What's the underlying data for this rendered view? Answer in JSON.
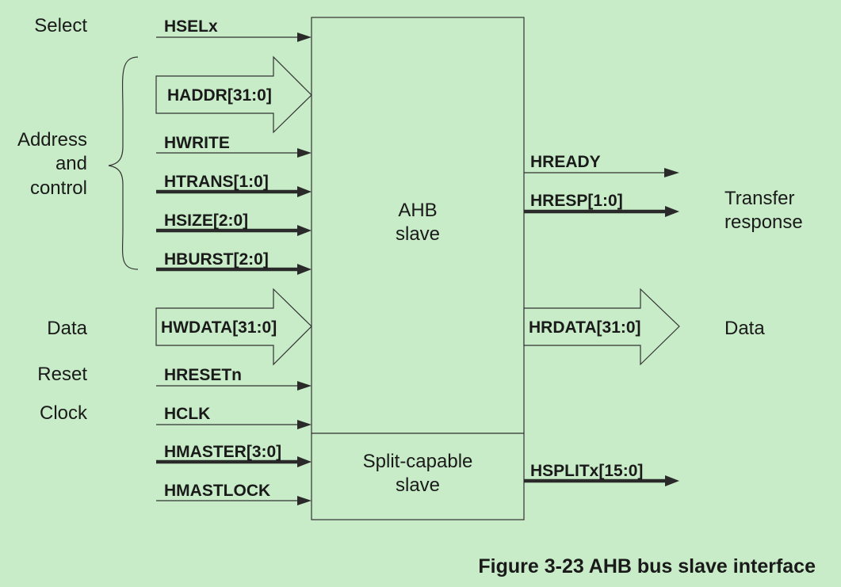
{
  "blocks": {
    "ahb_slave": [
      "AHB",
      "slave"
    ],
    "split_slave": [
      "Split-capable",
      "slave"
    ]
  },
  "groups": {
    "select": "Select",
    "address_control": [
      "Address",
      "and",
      "control"
    ],
    "data_in": "Data",
    "reset": "Reset",
    "clock": "Clock",
    "transfer_response": [
      "Transfer",
      "response"
    ],
    "data_out": "Data"
  },
  "inputs": {
    "hselx": "HSELx",
    "haddr": "HADDR[31:0]",
    "hwrite": "HWRITE",
    "htrans": "HTRANS[1:0]",
    "hsize": "HSIZE[2:0]",
    "hburst": "HBURST[2:0]",
    "hwdata": "HWDATA[31:0]",
    "hresetn": "HRESETn",
    "hclk": "HCLK",
    "hmaster": "HMASTER[3:0]",
    "hmastlock": "HMASTLOCK"
  },
  "outputs": {
    "hready": "HREADY",
    "hresp": "HRESP[1:0]",
    "hrdata": "HRDATA[31:0]",
    "hsplitx": "HSPLITx[15:0]"
  },
  "caption": "Figure 3-23 AHB bus slave interface",
  "colors": {
    "background": "#c8ecc8",
    "line": "#333333"
  }
}
